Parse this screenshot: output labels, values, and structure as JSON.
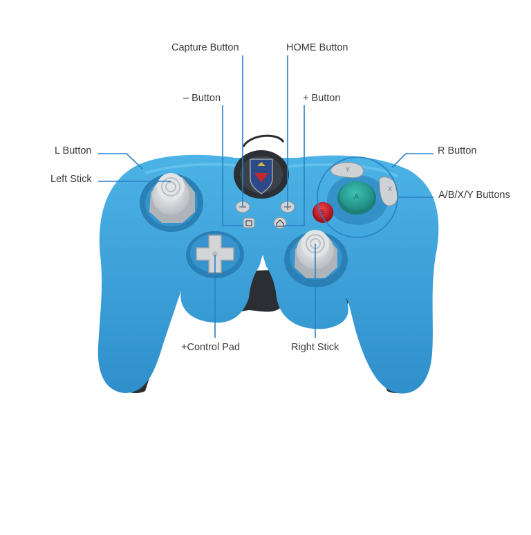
{
  "labels": {
    "capture": "Capture Button",
    "home": "HOME Button",
    "minus": "– Button",
    "plus": "+ Button",
    "l_button": "L Button",
    "left_stick": "Left Stick",
    "r_button": "R Button",
    "abxy": "A/B/X/Y Buttons",
    "control_pad": "+Control Pad",
    "right_stick": "Right Stick"
  },
  "button_letters": {
    "a": "A",
    "b": "B",
    "x": "X",
    "y": "Y"
  },
  "colors": {
    "controller_body": "#3a9fd6",
    "controller_shadow": "#2a7fb5",
    "leader_line": "#2a7fc6",
    "button_a": "#2aa59a",
    "button_b": "#d8242f",
    "button_grey": "#d0d3d6",
    "grip_dark": "#2b2f33"
  },
  "icons": {
    "emblem": "hylian-shield-emblem",
    "capture": "capture-square-icon",
    "home": "home-icon"
  }
}
